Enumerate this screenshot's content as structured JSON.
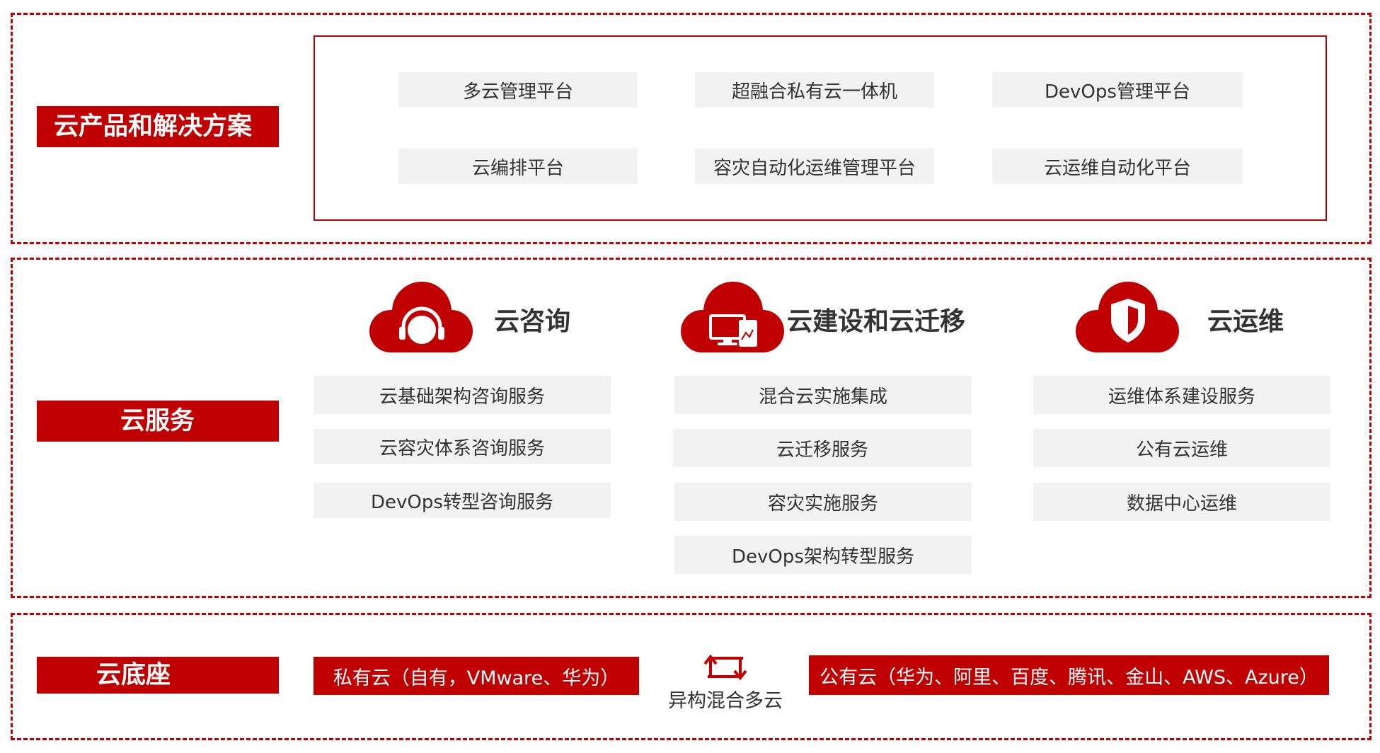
{
  "sections": {
    "products": {
      "label": "云产品和解决方案",
      "items": [
        "多云管理平台",
        "超融合私有云一体机",
        "DevOps管理平台",
        "云编排平台",
        "容灾自动化运维管理平台",
        "云运维自动化平台"
      ]
    },
    "services": {
      "label": "云服务",
      "columns": [
        {
          "title": "云咨询",
          "icon": "headset-cloud-icon",
          "items": [
            "云基础架构咨询服务",
            "云容灾体系咨询服务",
            "DevOps转型咨询服务"
          ]
        },
        {
          "title": "云建设和云迁移",
          "icon": "devices-cloud-icon",
          "items": [
            "混合云实施集成",
            "云迁移服务",
            "容灾实施服务",
            "DevOps架构转型服务"
          ]
        },
        {
          "title": "云运维",
          "icon": "shield-cloud-icon",
          "items": [
            "运维体系建设服务",
            "公有云运维",
            "数据中心运维"
          ]
        }
      ]
    },
    "foundation": {
      "label": "云底座",
      "private_cloud": "私有云（自有，VMware、华为）",
      "hybrid_label": "异构混合多云",
      "hybrid_icon": "exchange-arrows-icon",
      "public_cloud": "公有云（华为、阿里、百度、腾讯、金山、AWS、Azure）"
    }
  },
  "colors": {
    "accent": "#c00000",
    "box_fill": "#f2f2f2",
    "text": "#333333"
  }
}
